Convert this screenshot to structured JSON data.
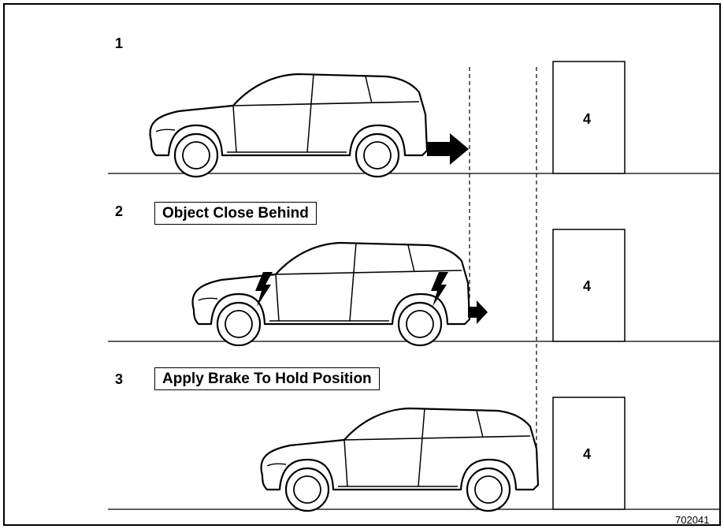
{
  "diagram": {
    "scenes": [
      {
        "number": "1",
        "label": ""
      },
      {
        "number": "2",
        "label": "Object Close Behind"
      },
      {
        "number": "3",
        "label": "Apply Brake To Hold Position"
      }
    ],
    "object_label": "4",
    "figure_code": "702041"
  }
}
